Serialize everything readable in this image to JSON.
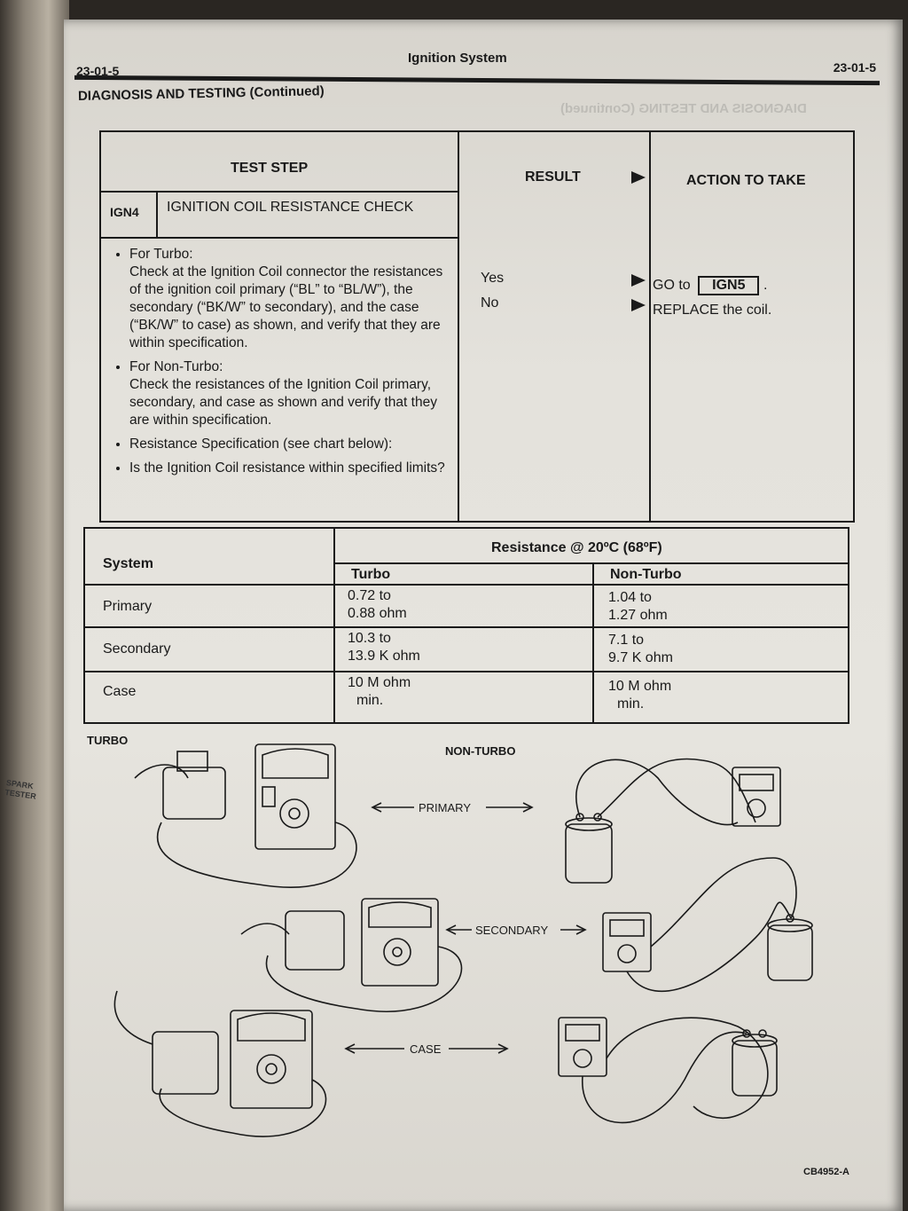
{
  "header": {
    "page_left": "23-01-5",
    "title": "Ignition System",
    "page_right": "23-01-5"
  },
  "section_title": "DIAGNOSIS AND TESTING (Continued)",
  "test_table": {
    "col_test_step": "TEST STEP",
    "col_result": "RESULT",
    "col_action": "ACTION TO TAKE",
    "step_id": "IGN4",
    "step_title": "IGNITION COIL RESISTANCE CHECK",
    "bullets": [
      {
        "label": "For Turbo:",
        "text": "Check at the Ignition Coil connector the resistances of the ignition coil primary (“BL” to “BL/W”), the secondary (“BK/W” to secondary), and the case (“BK/W” to case) as shown, and verify that they are within specification."
      },
      {
        "label": "For Non-Turbo:",
        "text": "Check the resistances of the Ignition Coil primary, secondary, and case as shown and verify that they are within specification."
      },
      {
        "label": "",
        "text": "Resistance Specification (see chart below):"
      },
      {
        "label": "",
        "text": "Is the Ignition Coil resistance within specified limits?"
      }
    ],
    "results": [
      {
        "result": "Yes",
        "action_prefix": "GO to",
        "action_ref": "IGN5",
        "action_suffix": "."
      },
      {
        "result": "No",
        "action_prefix": "REPLACE the coil.",
        "action_ref": "",
        "action_suffix": ""
      }
    ]
  },
  "resistance_table": {
    "system_header": "System",
    "resistance_header": "Resistance @ 20ºC (68ºF)",
    "turbo_header": "Turbo",
    "nonturbo_header": "Non-Turbo",
    "rows": [
      {
        "system": "Primary",
        "turbo_1": "0.72 to",
        "turbo_2": "0.88 ohm",
        "non_1": "1.04 to",
        "non_2": "1.27 ohm"
      },
      {
        "system": "Secondary",
        "turbo_1": "10.3 to",
        "turbo_2": "13.9 K ohm",
        "non_1": "7.1 to",
        "non_2": "9.7 K ohm"
      },
      {
        "system": "Case",
        "turbo_1": "10 M ohm",
        "turbo_2": "min.",
        "non_1": "10 M ohm",
        "non_2": "min."
      }
    ]
  },
  "illustration": {
    "turbo_label": "TURBO",
    "nonturbo_label": "NON-TURBO",
    "primary_label": "PRIMARY",
    "secondary_label": "SECONDARY",
    "case_label": "CASE",
    "figure_code": "CB4952-A"
  }
}
